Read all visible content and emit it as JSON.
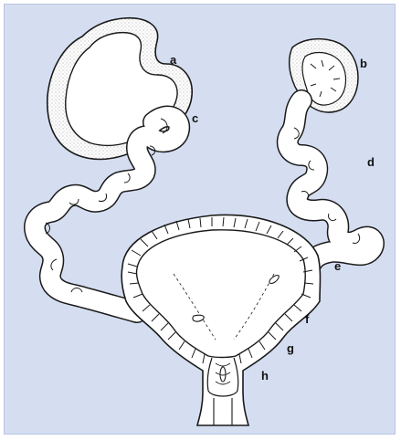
{
  "diagram": {
    "labels": {
      "a": "a",
      "b": "b",
      "c": "c",
      "d": "d",
      "e": "e",
      "f": "f",
      "g": "g",
      "h": "h"
    },
    "colors": {
      "background": "#d5def1",
      "tissue": "#ffffff",
      "stroke": "#1a1a1a",
      "stipple": "#9a9a9a"
    }
  }
}
